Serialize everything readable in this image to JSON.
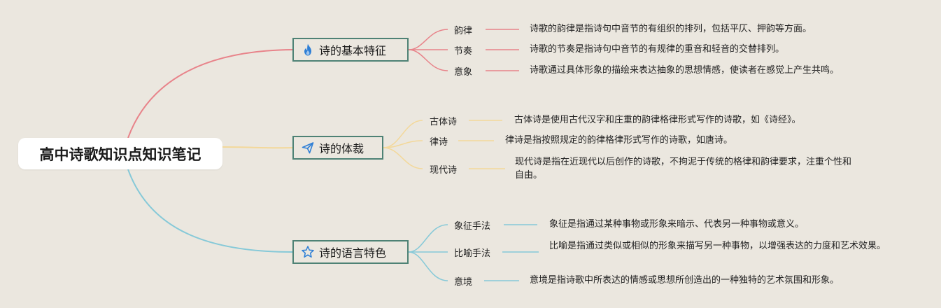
{
  "central": {
    "title": "高中诗歌知识点知识笔记"
  },
  "branches": [
    {
      "title": "诗的基本特征",
      "icon": "fire-icon",
      "color": "#e8838a",
      "items": [
        {
          "label": "韵律",
          "desc": "诗歌的韵律是指诗句中音节的有组织的排列，包括平仄、押韵等方面。"
        },
        {
          "label": "节奏",
          "desc": "诗歌的节奏是指诗句中音节的有规律的重音和轻音的交替排列。"
        },
        {
          "label": "意象",
          "desc": "诗歌通过具体形象的描绘来表达抽象的思想情感，使读者在感觉上产生共鸣。"
        }
      ]
    },
    {
      "title": "诗的体裁",
      "icon": "paper-plane-icon",
      "color": "#f3d89a",
      "items": [
        {
          "label": "古体诗",
          "desc": "古体诗是使用古代汉字和庄重的韵律格律形式写作的诗歌，如《诗经》。"
        },
        {
          "label": "律诗",
          "desc": "律诗是指按照规定的韵律格律形式写作的诗歌，如唐诗。"
        },
        {
          "label": "现代诗",
          "desc": "现代诗是指在近现代以后创作的诗歌，不拘泥于传统的格律和韵律要求，注重个性和自由。"
        }
      ]
    },
    {
      "title": "诗的语言特色",
      "icon": "star-icon",
      "color": "#86c9d8",
      "items": [
        {
          "label": "象征手法",
          "desc": "象征是指通过某种事物或形象来暗示、代表另一种事物或意义。"
        },
        {
          "label": "比喻手法",
          "desc": "比喻是指通过类似或相似的形象来描写另一种事物，以增强表达的力度和艺术效果。"
        },
        {
          "label": "意境",
          "desc": "意境是指诗歌中所表达的情感或思想所创造出的一种独特的艺术氛围和形象。"
        }
      ]
    }
  ]
}
